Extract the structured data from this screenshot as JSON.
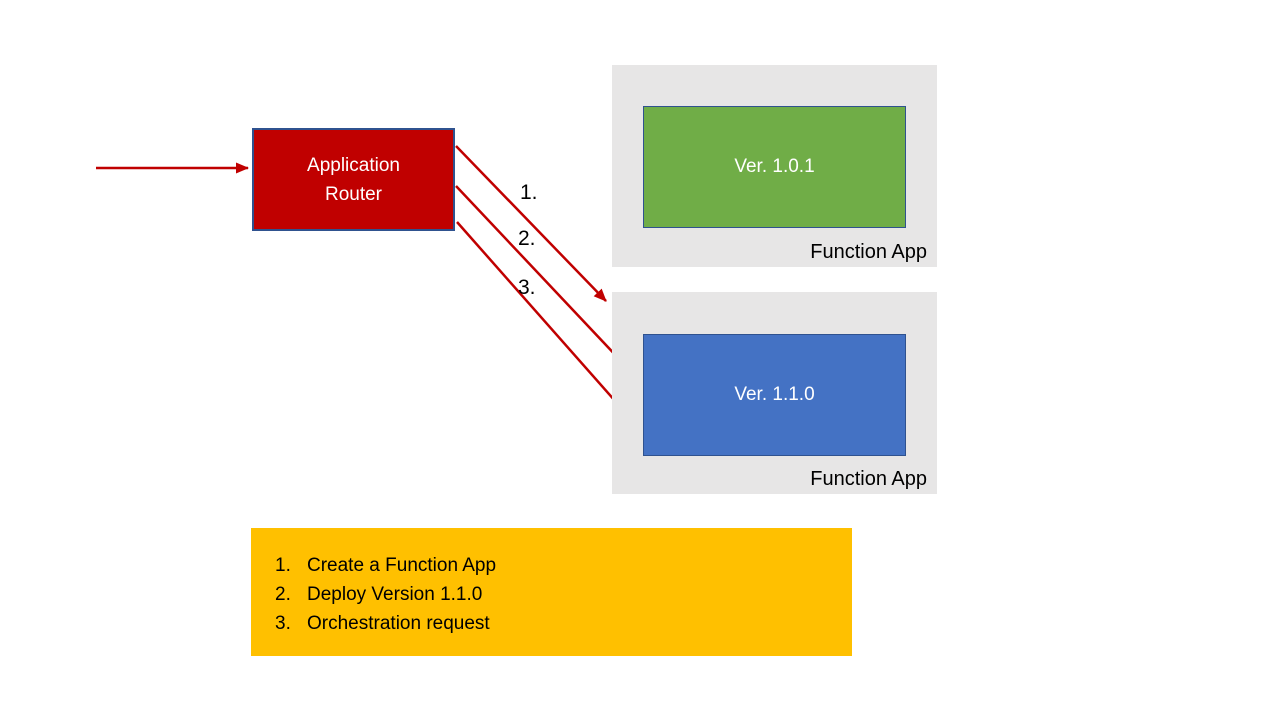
{
  "diagram": {
    "router": {
      "label": "Application Router"
    },
    "function_apps": [
      {
        "version_label": "Ver. 1.0.1",
        "caption": "Function App",
        "fill_color": "#70ad47"
      },
      {
        "version_label": "Ver. 1.1.0",
        "caption": "Function App",
        "fill_color": "#4472c4"
      }
    ],
    "arrow_labels": [
      "1.",
      "2.",
      "3."
    ],
    "legend": {
      "items": [
        {
          "number": "1.",
          "text": "Create a Function App"
        },
        {
          "number": "2.",
          "text": "Deploy Version 1.1.0"
        },
        {
          "number": "3.",
          "text": "Orchestration request"
        }
      ]
    },
    "colors": {
      "router_fill": "#c00000",
      "arrow": "#c00000",
      "container_fill": "#e7e6e6",
      "legend_fill": "#ffc000",
      "box_border": "#2f528f",
      "version_green": "#70ad47",
      "version_blue": "#4472c4"
    }
  }
}
